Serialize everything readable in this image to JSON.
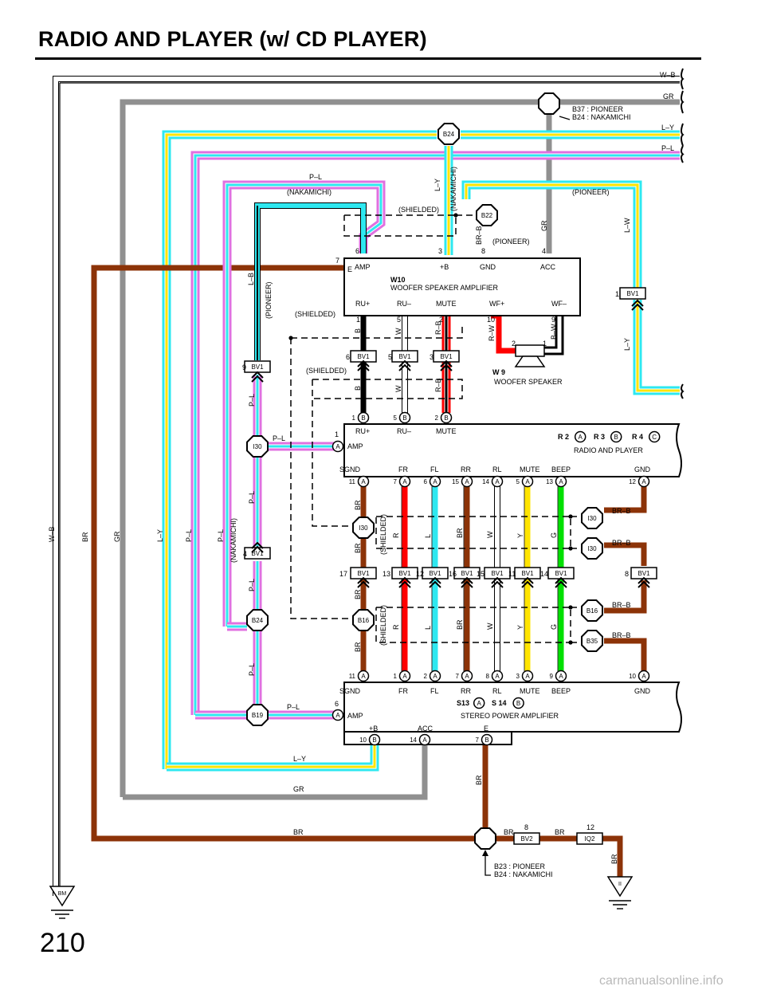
{
  "page": {
    "title": "RADIO AND PLAYER (w/ CD PLAYER)",
    "page_number": "210",
    "watermark": "carmanualsonline.info"
  },
  "colors": {
    "BR": "#8c3308",
    "GR": "#909090",
    "W": "#d0d0d0",
    "L": "#2ee8f0",
    "Y": "#ffe400",
    "P": "#e070e0",
    "R": "#ff0000",
    "G": "#00e000",
    "B": "#000000"
  },
  "components": {
    "w10": {
      "code": "W10",
      "name": "WOOFER SPEAKER AMPLIFIER",
      "terms": [
        "AMP",
        "+B",
        "GND",
        "ACC",
        "E",
        "RU+",
        "RU–",
        "MUTE",
        "WF+",
        "WF–"
      ]
    },
    "w9": {
      "code": "W 9",
      "name": "WOOFER SPEAKER"
    },
    "r2": {
      "codes": [
        "R 2",
        "R 3",
        "R 4"
      ],
      "letters": [
        "A",
        "B",
        "C"
      ],
      "name": "RADIO AND PLAYER",
      "terms": [
        "RU+",
        "RU–",
        "MUTE",
        "AMP",
        "SGND",
        "FR",
        "FL",
        "RR",
        "RL",
        "MUTE",
        "BEEP",
        "GND"
      ]
    },
    "s13": {
      "codes": [
        "S13",
        "S 14"
      ],
      "letters": [
        "A",
        "B"
      ],
      "name": "STEREO POWER AMPLIFIER",
      "terms": [
        "SGND",
        "FR",
        "FL",
        "RR",
        "RL",
        "MUTE",
        "BEEP",
        "GND",
        "AMP",
        "+B",
        "ACC",
        "E"
      ]
    }
  },
  "notes": {
    "b37": [
      "B37 : PIONEER",
      "B24 : NAKAMICHI"
    ],
    "b23": [
      "B23  : PIONEER",
      "B24  : NAKAMICHI"
    ],
    "shielded": "(SHIELDED)",
    "nakamichi": "(NAKAMICHI)",
    "pioneer": "(PIONEER)"
  },
  "wires": [
    "W–B",
    "GR",
    "L–Y",
    "P–L",
    "BR",
    "L–B",
    "L–W",
    "B",
    "W",
    "R–B",
    "R–W",
    "B–W",
    "R",
    "L",
    "Y",
    "G",
    "BR–B",
    "BR–B"
  ],
  "connectors": [
    "B24",
    "B22",
    "BV1",
    "I30",
    "B16",
    "B35",
    "B19",
    "BV2",
    "IQ2",
    "BM",
    "II"
  ]
}
